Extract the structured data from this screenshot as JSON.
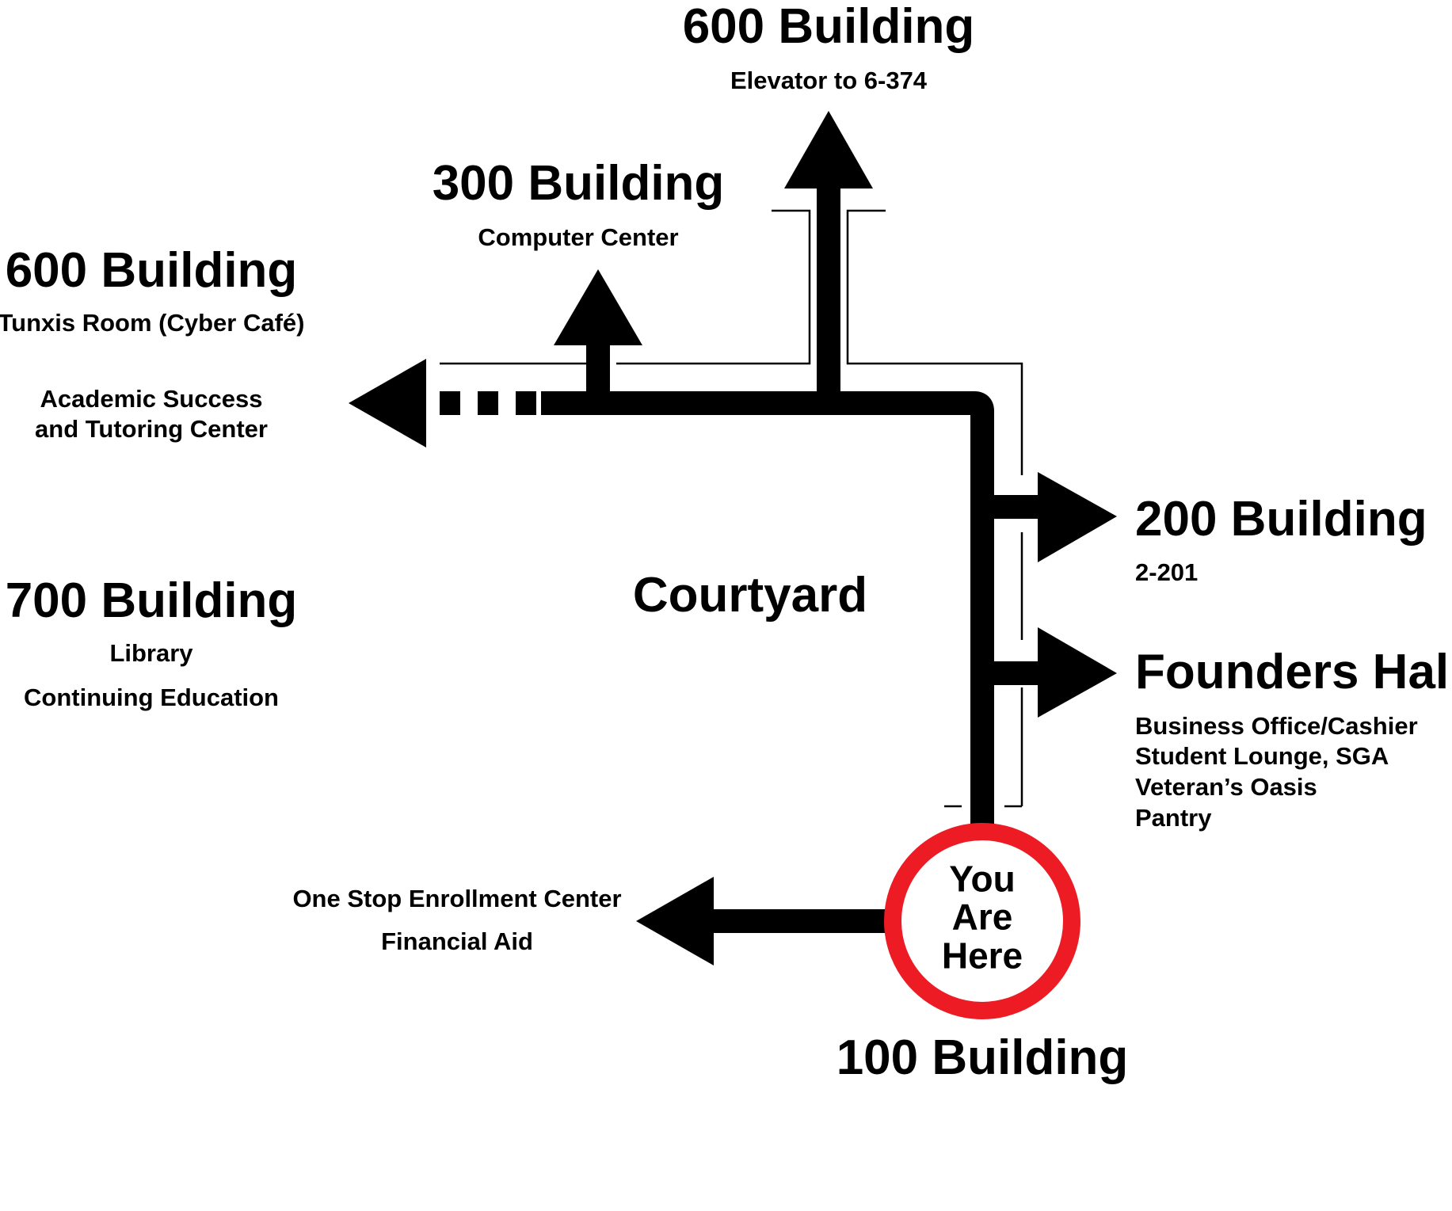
{
  "destinations": {
    "b600_elevator": {
      "title": "600 Building",
      "lines": [
        "Elevator to 6-374"
      ]
    },
    "b300": {
      "title": "300 Building",
      "lines": [
        "Computer Center"
      ]
    },
    "b600_west": {
      "title": "600 Building",
      "lines": [
        "Tunxis Room (Cyber Café)",
        "Academic Success",
        "and Tutoring Center"
      ]
    },
    "b700": {
      "title": "700 Building",
      "lines": [
        "Library",
        "Continuing Education"
      ]
    },
    "b200": {
      "title": "200 Building",
      "lines": [
        "2-201"
      ]
    },
    "founders": {
      "title": "Founders Hall",
      "lines": [
        "Business Office/Cashier",
        "Student Lounge, SGA",
        "Veteran’s Oasis",
        "Pantry"
      ]
    },
    "one_stop": {
      "lines": [
        "One Stop Enrollment Center",
        "Financial Aid"
      ]
    },
    "b100": {
      "title": "100 Building"
    }
  },
  "courtyard": "Courtyard",
  "you_are_here": {
    "line1": "You",
    "line2": "Are",
    "line3": "Here"
  },
  "colors": {
    "path": "#000000",
    "marker_ring": "#ed1c24",
    "background": "#ffffff"
  },
  "icons": [
    "arrow-up-icon",
    "arrow-left-icon",
    "arrow-right-icon",
    "you-are-here-marker"
  ]
}
